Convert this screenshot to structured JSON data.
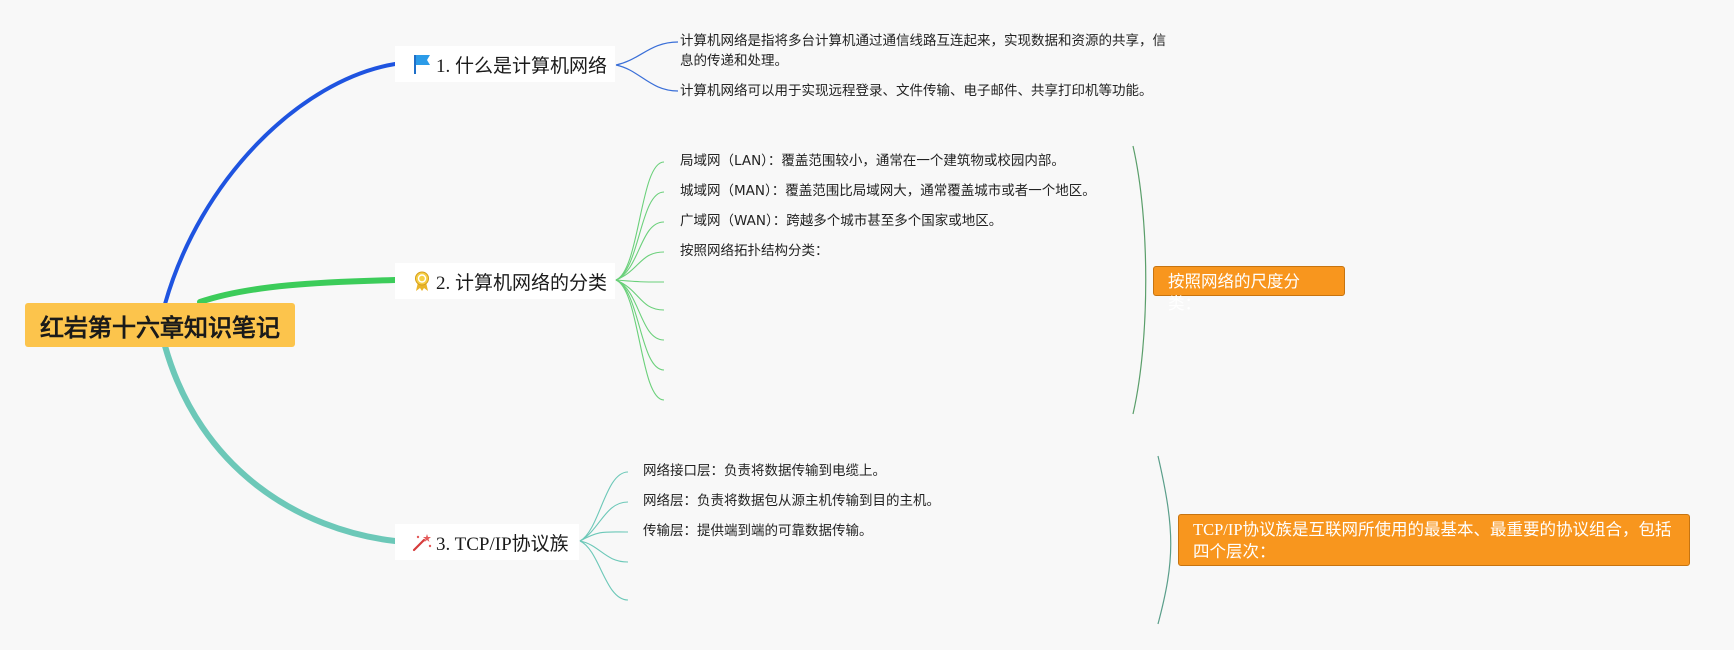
{
  "root": {
    "title": "红岩第十六章知识笔记"
  },
  "colors": {
    "root_fill": "#fcc44c",
    "branch1": "#1f54e0",
    "branch2": "#3ccc5a",
    "branch3": "#6cc8b8",
    "leaf_line_blue": "#3a6fd8",
    "leaf_line_green": "#6ad07a",
    "leaf_line_teal": "#6cc8b8",
    "summary_fill": "#f8961e"
  },
  "branches": [
    {
      "label": "1. 什么是计算机网络",
      "icon": "flag-icon",
      "leaves": [
        "计算机网络是指将多台计算机通过通信线路互连起来，实现数据和资源的共享，信息的传递和处理。",
        "计算机网络可以用于实现远程登录、文件传输、电子邮件、共享打印机等功能。"
      ]
    },
    {
      "label": "2. 计算机网络的分类",
      "icon": "award-ribbon-icon",
      "leaves": [
        "局域网（LAN）：覆盖范围较小，通常在一个建筑物或校园内部。",
        "城域网（MAN）：覆盖范围比局域网大，通常覆盖城市或者一个地区。",
        "广域网（WAN）：跨越多个城市甚至多个国家或地区。",
        "按照网络拓扑结构分类："
      ],
      "summary": "按照网络的尺度分类："
    },
    {
      "label": "3. TCP/IP协议族",
      "icon": "magic-wand-icon",
      "leaves": [
        "网络接口层：负责将数据传输到电缆上。",
        "网络层：负责将数据包从源主机传输到目的主机。",
        "传输层：提供端到端的可靠数据传输。"
      ],
      "summary": "TCP/IP协议族是互联网所使用的最基本、最重要的协议组合，包括四个层次："
    }
  ]
}
